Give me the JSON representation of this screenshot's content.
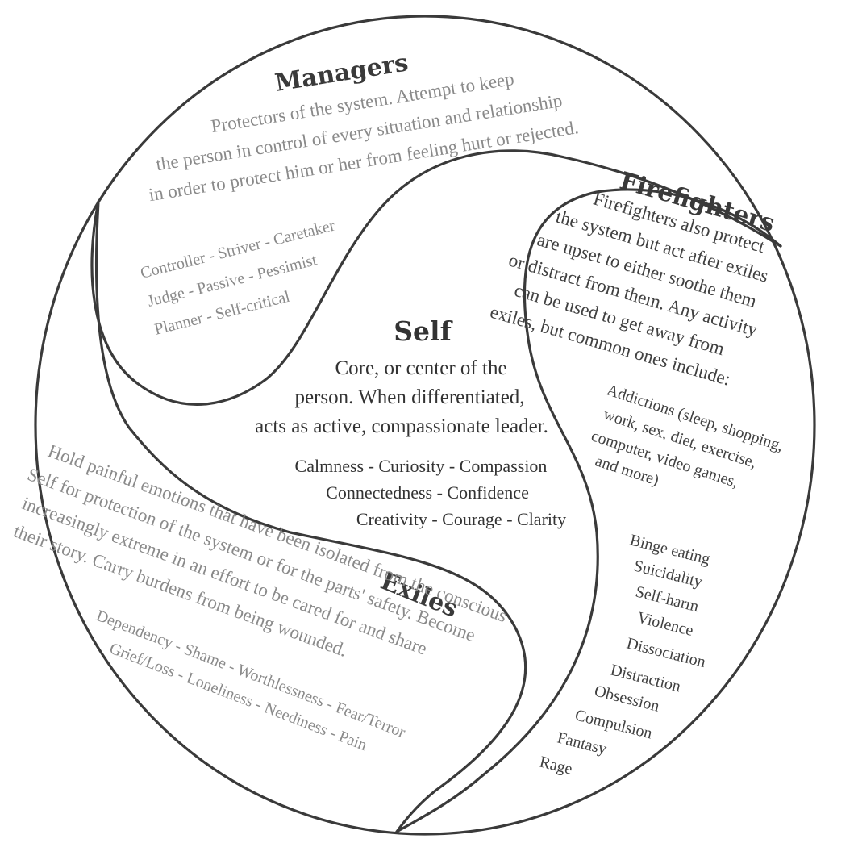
{
  "colors": {
    "outline": "#3a3a3a",
    "heading": "#3a3a3a",
    "self_text": "#333333",
    "firefighters_text": "#404040",
    "managers_text": "#8a8a8a",
    "exiles_text": "#8a8a8a"
  },
  "managers": {
    "title": "Managers",
    "description": [
      "Protectors of the system. Attempt to keep",
      "the person in control of every situation and relationship",
      "in order to protect him or her from feeling hurt or rejected."
    ],
    "traits": [
      "Controller - Striver - Caretaker",
      "Judge - Passive - Pessimist",
      "Planner - Self-critical"
    ]
  },
  "firefighters": {
    "title": "Firefighters",
    "description": [
      "Firefighters also protect",
      "the system but act after exiles",
      "are upset to either soothe them",
      "or distract from them. Any activity",
      "can be used to get away from",
      "exiles, but common ones include:"
    ],
    "addictions": [
      "Addictions (sleep, shopping,",
      "work, sex, diet, exercise,",
      "computer, video games,",
      "and more)"
    ],
    "behaviors": [
      "Binge eating",
      "Suicidality",
      "Self-harm",
      "Violence",
      "Dissociation",
      "Distraction",
      "Obsession",
      "Compulsion",
      "Fantasy",
      "Rage"
    ]
  },
  "self": {
    "title": "Self",
    "description": [
      "Core, or center of the",
      "person. When differentiated,",
      "acts as active, compassionate leader."
    ],
    "qualities": [
      "Calmness - Curiosity - Compassion",
      "Connectedness - Confidence",
      "Creativity - Courage - Clarity"
    ]
  },
  "exiles": {
    "title": "Exiles",
    "description": [
      "Hold painful emotions that have been isolated from the conscious",
      "Self for protection of the system or for the parts' safety. Become",
      "increasingly extreme in an effort to be cared for and share",
      "their story. Carry burdens from being wounded."
    ],
    "traits": [
      "Dependency - Shame - Worthlessness - Fear/Terror",
      "Grief/Loss - Loneliness - Neediness - Pain"
    ]
  }
}
